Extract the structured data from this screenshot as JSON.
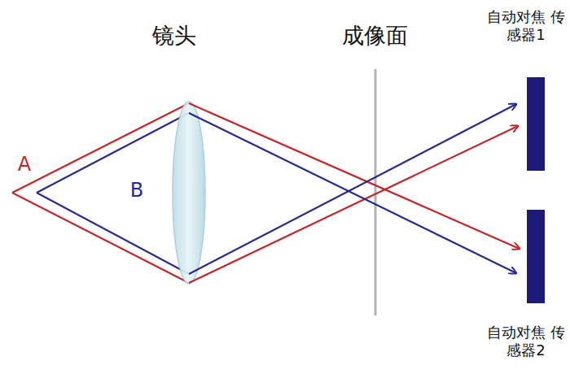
{
  "diagram": {
    "nodes": [
      {
        "text": [
          "自动对焦 传感器1"
        ]
      },
      {
        "text": [
          "自动对焦 传感器2"
        ]
      }
    ],
    "labels": [
      "镜头",
      "成像面",
      "A",
      "B"
    ]
  }
}
